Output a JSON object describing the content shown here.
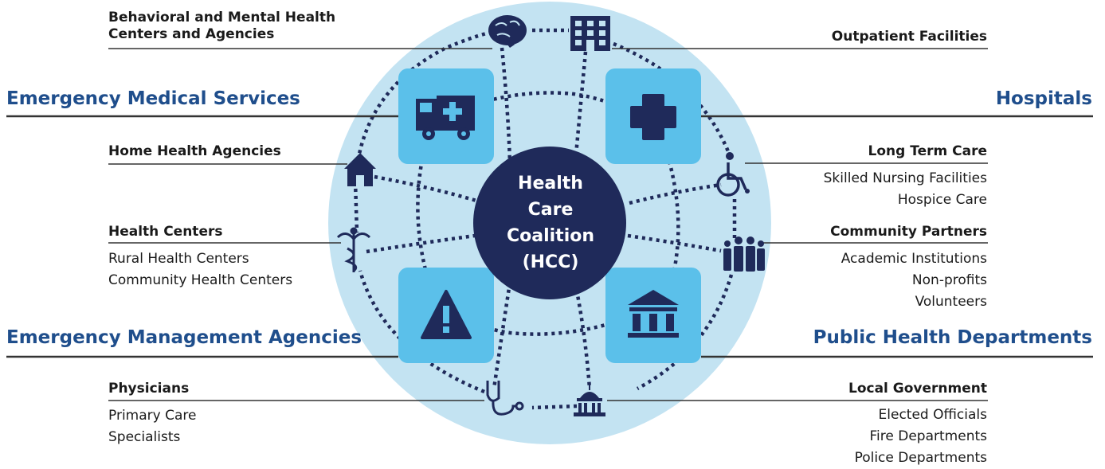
{
  "center": {
    "label": "Health\nCare\nCoalition\n(HCC)"
  },
  "left": {
    "behavioral": {
      "title": "Behavioral and Mental Health\nCenters and Agencies"
    },
    "ems": {
      "title": "Emergency Medical Services"
    },
    "home_health": {
      "title": "Home Health Agencies"
    },
    "health_centers": {
      "title": "Health Centers",
      "items": [
        "Rural Health Centers",
        "Community Health Centers"
      ]
    },
    "ema": {
      "title": "Emergency Management Agencies"
    },
    "physicians": {
      "title": "Physicians",
      "items": [
        "Primary Care",
        "Specialists"
      ]
    }
  },
  "right": {
    "outpatient": {
      "title": "Outpatient Facilities"
    },
    "hospitals": {
      "title": "Hospitals"
    },
    "long_term": {
      "title": "Long Term Care",
      "items": [
        "Skilled Nursing Facilities",
        "Hospice Care"
      ]
    },
    "community": {
      "title": "Community Partners",
      "items": [
        "Academic Institutions",
        "Non-profits",
        "Volunteers"
      ]
    },
    "public_health": {
      "title": "Public Health Departments"
    },
    "local_gov": {
      "title": "Local Government",
      "items": [
        "Elected Officials",
        "Fire Departments",
        "Police Departments"
      ]
    }
  },
  "icons": [
    "brain-icon",
    "building-icon",
    "ambulance-icon",
    "cross-icon",
    "house-icon",
    "wheelchair-icon",
    "caduceus-icon",
    "people-icon",
    "warning-icon",
    "government-building-icon",
    "stethoscope-icon",
    "capitol-icon"
  ],
  "colors": {
    "circle_fill": "#c3e3f2",
    "tile_fill": "#5bc0ea",
    "navy": "#1f2a5a",
    "heading_blue": "#1f4e8c"
  }
}
